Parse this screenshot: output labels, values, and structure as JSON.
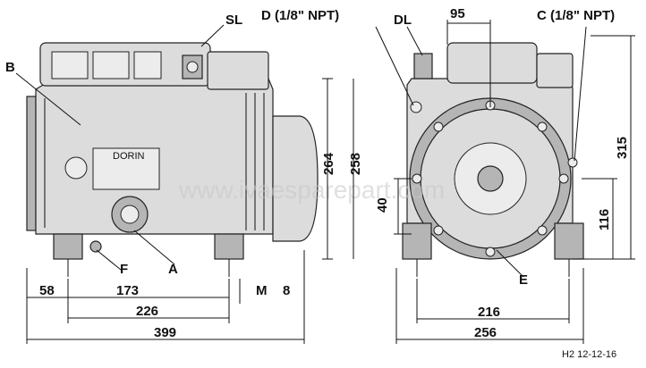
{
  "labels": {
    "sl": "SL",
    "b": "B",
    "d": "D (1/8\" NPT)",
    "dl": "DL",
    "c": "C (1/8\" NPT)",
    "f": "F",
    "a": "A",
    "e": "E",
    "brand_plate": "DORIN"
  },
  "dimensions": {
    "d58": "58",
    "d173": "173",
    "m": "M",
    "d8": "8",
    "d226": "226",
    "d399": "399",
    "d264": "264",
    "d258": "258",
    "d95": "95",
    "d40": "40",
    "d315": "315",
    "d116": "116",
    "d216": "216",
    "d256": "256"
  },
  "drawing_code": "H2 12-12-16",
  "watermark": "www.ivaesparepart.com"
}
